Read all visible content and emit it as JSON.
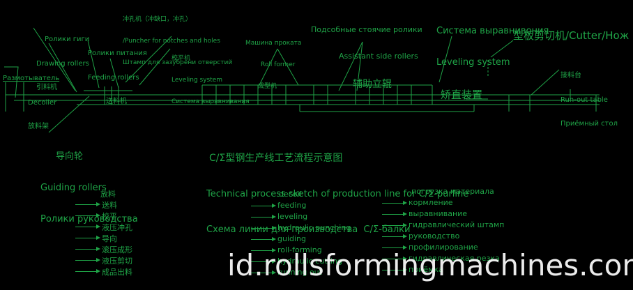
{
  "labels": {
    "decoiler": [
      "Размотыватель",
      "Decoiler",
      "放料架"
    ],
    "guide_rollers": [
      "Ролики гиги",
      "Drawing rollers",
      "引料机"
    ],
    "feeding_rollers": [
      "Ролики питания",
      "Feeding rollers",
      "送料机"
    ],
    "punch": [
      "冲孔机（冲缺口，冲孔）",
      "/Puncher for notches and holes",
      "Штамп для зазубрени отверстий"
    ],
    "leveling_small": [
      "校平机",
      "Leveling system",
      "Система выравнивания"
    ],
    "mill": [
      "Машина проката",
      "Roll former",
      "成型机"
    ],
    "side_rollers": [
      "Подсобные стоячие ролики",
      "Assistant side rollers",
      "辅助立辊"
    ],
    "leveling_big": [
      "Система выравнивония",
      "Leveling system",
      "矫直装置"
    ],
    "cutter": "型板剪切机/Cutter/Нож",
    "runout": [
      "接料台",
      "Run-out table",
      "Приёмный стол"
    ],
    "guiding": [
      "导向轮",
      "Guiding rollers",
      "Ролики руководства"
    ]
  },
  "title": {
    "cn": "C/Σ型钢生产线工艺流程示意图",
    "en": "Technical process sketch of production line for C/Σ-purline",
    "ru": "Схема линии для производства  C/Σ-балки"
  },
  "legend": {
    "cn": [
      "放料",
      "送料",
      "校平",
      "液压冲孔",
      "导向",
      "滚压成形",
      "液压剪切",
      "成品出料"
    ],
    "en": [
      "decoil",
      "feeding",
      "leveling",
      "hydraulic punching",
      "guiding",
      "roll-forming",
      "hydraulic cutting",
      "running out"
    ],
    "ru": [
      "погрузка материала",
      "кормление",
      "выравнивание",
      "гидравлический штамп",
      "руководство",
      "профилирование",
      "гидравлическая резка",
      "приёмка"
    ]
  },
  "watermark": "id.rollsformingmachines.com",
  "colors": {
    "line": "#1fa447",
    "background": "#000000",
    "watermark": "#ffffff"
  }
}
